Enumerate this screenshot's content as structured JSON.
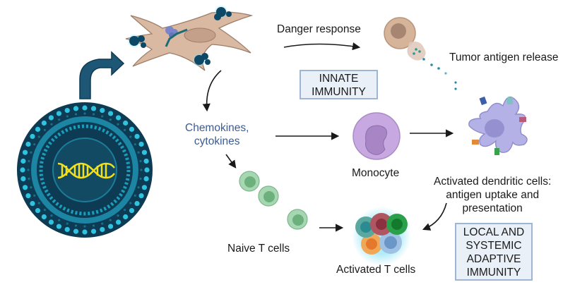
{
  "labels": {
    "danger_response": "Danger response",
    "tumor_antigen_release": "Tumor antigen release",
    "chemokines": "Chemokines,\ncytokines",
    "monocyte": "Monocyte",
    "dendritic": "Activated dendritic cells:\nantigen uptake and\npresentation",
    "naive_t": "Naive T cells",
    "activated_t": "Activated T cells"
  },
  "boxes": {
    "innate": "INNATE\nIMMUNITY",
    "adaptive": "LOCAL AND\nSYSTEMIC\nADAPTIVE\nIMMUNITY"
  },
  "colors": {
    "nanoparticle_dark": "#0d3b54",
    "nanoparticle_dots": "#2fc3e0",
    "dna": "#f2e11a",
    "fibroblast": "#d9b9a1",
    "monocyte": "#c7a8e0",
    "dendritic": "#b3b1e6",
    "tcell_naive": "#8fca9f",
    "label_blue": "#3b5b93",
    "box_fill": "#eaf0f8",
    "box_border": "#9fb6d3"
  }
}
